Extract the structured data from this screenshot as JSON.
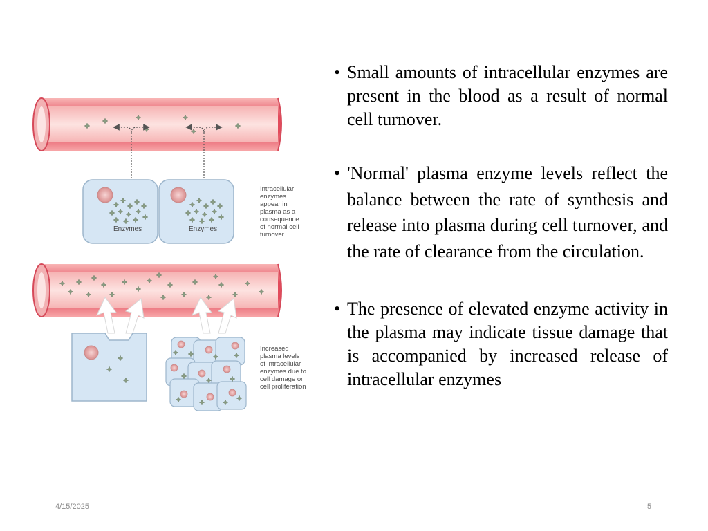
{
  "bullets": [
    "Small amounts of intracellular enzymes are present in the blood as a result of normal cell turnover.",
    "'Normal' plasma enzyme levels reflect the balance between the rate of synthesis and release into plasma during cell turnover, and the rate of clearance from the circulation.",
    "The presence of elevated enzyme activity in the plasma may indicate tissue damage that is accompanied by increased release of intracellular enzymes"
  ],
  "figure": {
    "caption_top": "Intracellular\nenzymes\nappear in\nplasma as a\nconsequence\nof normal cell\nturnover",
    "caption_bottom": "Increased\nplasma levels\nof intracellular\nenzymes due to\ncell damage or\ncell proliferation",
    "cell_label_left": "Enzymes",
    "cell_label_right": "Enzymes"
  },
  "footer": {
    "date": "4/15/2025",
    "page": "5"
  },
  "colors": {
    "vessel_red": "#e8596a",
    "vessel_inner": "#fbd5d3",
    "cell_fill": "#d6e6f4",
    "cell_stroke": "#9db6cc",
    "nucleus": "#e3a0a0",
    "enzyme": "#8a9e84"
  }
}
